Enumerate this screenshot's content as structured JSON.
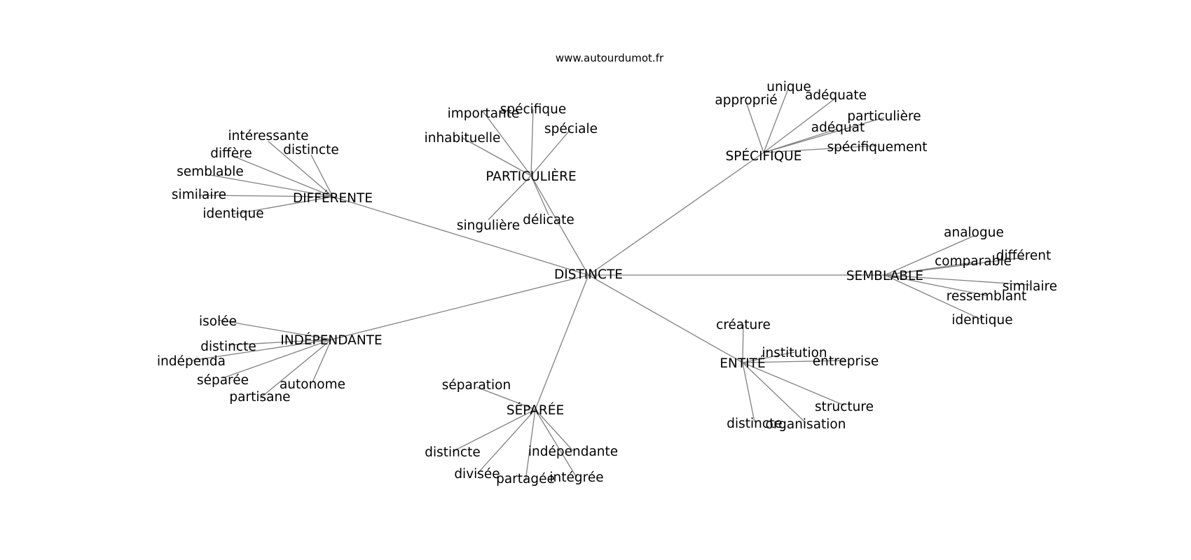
{
  "site": "www.autourdumot.fr",
  "root": "DISTINCTE",
  "clusters": [
    {
      "word": "PARTICULIÈRE",
      "related": [
        "importante",
        "spécifique",
        "spéciale",
        "inhabituelle",
        "singulière",
        "délicate"
      ]
    },
    {
      "word": "SPÉCIFIQUE",
      "related": [
        "approprié",
        "unique",
        "adéquate",
        "particulière",
        "adéquat",
        "spécifiquement"
      ]
    },
    {
      "word": "DIFFÉRENTE",
      "related": [
        "intéressante",
        "diffère",
        "distincte",
        "semblable",
        "similaire",
        "identique"
      ]
    },
    {
      "word": "SEMBLABLE",
      "related": [
        "analogue",
        "différent",
        "comparable",
        "similaire",
        "ressemblant",
        "identique"
      ]
    },
    {
      "word": "INDÉPENDANTE",
      "related": [
        "isolée",
        "distincte",
        "indépenda",
        "séparée",
        "autonome",
        "partisane"
      ]
    },
    {
      "word": "ENTITÉ",
      "related": [
        "créature",
        "institution",
        "entreprise",
        "structure",
        "distincte",
        "organisation"
      ]
    },
    {
      "word": "SÉPARÉE",
      "related": [
        "séparation",
        "distincte",
        "divisée",
        "partagée",
        "intégrée",
        "indépendante"
      ]
    }
  ]
}
